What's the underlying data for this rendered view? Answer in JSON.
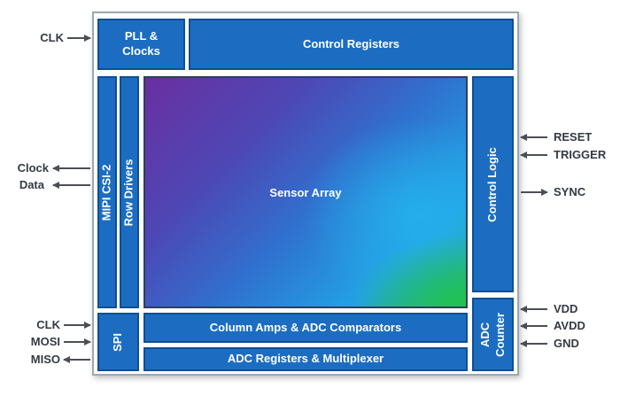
{
  "blocks": {
    "pll": "PLL &\nClocks",
    "control_registers": "Control Registers",
    "mipi": "MIPI CSI-2",
    "row_drivers": "Row Drivers",
    "sensor_array": "Sensor Array",
    "control_logic": "Control Logic",
    "spi": "SPI",
    "column_amps": "Column Amps & ADC Comparators",
    "adc_registers": "ADC Registers & Multiplexer",
    "adc_counter": "ADC\nCounter"
  },
  "signals": {
    "clk_top": "CLK",
    "clock": "Clock",
    "data": "Data",
    "clk_spi": "CLK",
    "mosi": "MOSI",
    "miso": "MISO",
    "reset": "RESET",
    "trigger": "TRIGGER",
    "sync": "SYNC",
    "vdd": "VDD",
    "avdd": "AVDD",
    "gnd": "GND"
  },
  "colors": {
    "block_fill": "#1c6dc1",
    "block_border": "#0f4f93",
    "arrow": "#4a4f57",
    "chip_border": "#9ea7b1"
  }
}
